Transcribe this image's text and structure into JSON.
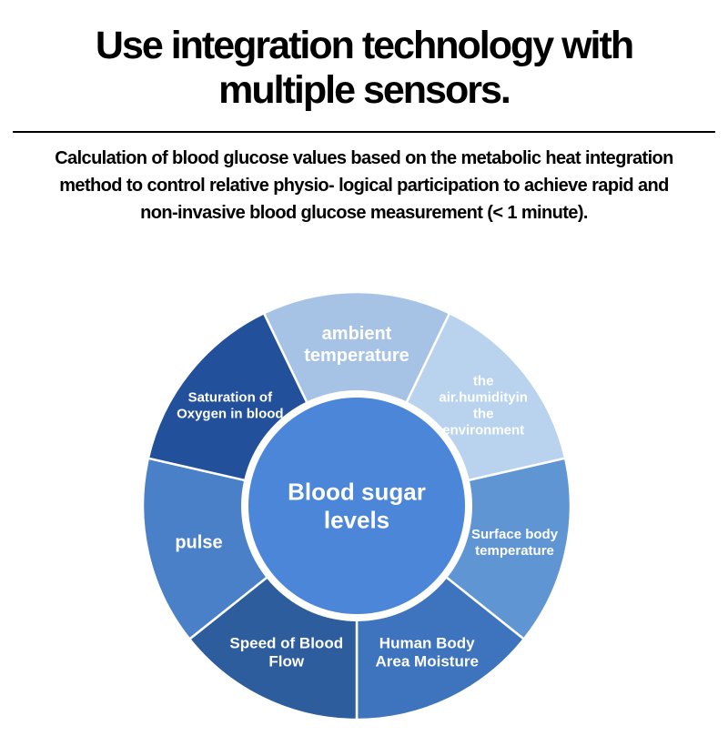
{
  "header": {
    "title_lines": [
      "Use integration technology with",
      "multiple sensors."
    ],
    "subtitle_lines": [
      "Calculation of blood glucose values based on the metabolic heat integration",
      "method to control relative physio- logical participation to achieve rapid and",
      "non-invasive blood glucose measurement (< 1 minute)."
    ]
  },
  "chart_data": {
    "type": "pie",
    "title": "Use integration technology with multiple sensors.",
    "legend_position": "none",
    "equal_segments": true,
    "segment_angle_deg": 51.43,
    "center_label": "Blood sugar levels",
    "center_label_lines": [
      "Blood sugar",
      "levels"
    ],
    "center_color": "#4b86d9",
    "label_text_color": "#ffffff",
    "segments": [
      {
        "id": "ambient-temperature",
        "label": "ambient temperature",
        "label_lines": [
          "ambient",
          "temperature"
        ],
        "color": "#a6c3e6",
        "label_font_px": 20
      },
      {
        "id": "air-humidity-environment",
        "label": "the air.humidityin the environment",
        "label_lines": [
          "the",
          "air.humidityin",
          "the",
          "environment"
        ],
        "color": "#b9d3ef",
        "label_font_px": 15
      },
      {
        "id": "surface-body-temperature",
        "label": "Surface body temperature",
        "label_lines": [
          "Surface body",
          "temperature"
        ],
        "color": "#6095d3",
        "label_font_px": 15
      },
      {
        "id": "human-body-area-moisture",
        "label": "Human Body Area Moisture",
        "label_lines": [
          "Human Body",
          "Area Moisture"
        ],
        "color": "#3e73be",
        "label_font_px": 17
      },
      {
        "id": "speed-of-blood-flow",
        "label": "Speed of Blood Flow",
        "label_lines": [
          "Speed of Blood",
          "Flow"
        ],
        "color": "#2d5d9c",
        "label_font_px": 17
      },
      {
        "id": "pulse",
        "label": "pulse",
        "label_lines": [
          "pulse"
        ],
        "color": "#4a80c8",
        "label_font_px": 20
      },
      {
        "id": "saturation-of-oxygen-in-blood",
        "label": "Saturation of Oxygen in blood",
        "label_lines": [
          "Saturation of",
          "Oxygen in blood"
        ],
        "color": "#22509a",
        "label_font_px": 15
      }
    ]
  }
}
